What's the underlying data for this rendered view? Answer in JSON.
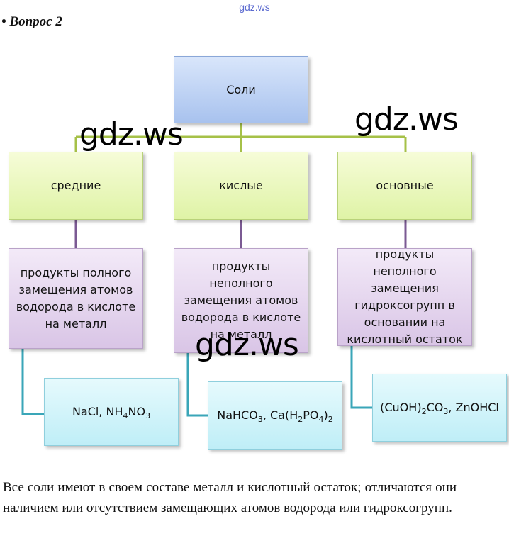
{
  "watermark_top": "gdz.ws",
  "watermark_big": "gdz.ws",
  "heading": "• Вопрос 2",
  "root": "Соли",
  "categories": [
    {
      "name": "средние",
      "definition": "продукты полного замещения атомов водорода в кислоте на металл",
      "examples": [
        [
          "NaCl,  NH",
          "4",
          "NO",
          "3",
          ""
        ],
        []
      ]
    },
    {
      "name": "кислые",
      "definition": "продукты неполного замещения атомов водорода в кислоте на металл"
    },
    {
      "name": "основные",
      "definition": "продукты неполного замещения гидроксогрупп в основании на кислотный остаток"
    }
  ],
  "examples": {
    "ex1": {
      "a": "NaCl,  NH",
      "b": "4",
      "c": "NO",
      "d": "3"
    },
    "ex2": {
      "a": "NaHCO",
      "b": "3",
      "c": ", Ca(H",
      "d": "2",
      "e": "PO",
      "f": "4",
      "g": ")",
      "h": "2"
    },
    "ex3": {
      "a": "(CuOH)",
      "b": "2",
      "c": "CO",
      "d": "3",
      "e": ", ZnOHCl"
    }
  },
  "colors": {
    "root_fill": "#bcd0f3",
    "category_fill": "#e8f7bd",
    "definition_fill": "#e4d6ee",
    "example_fill": "#d3f4fa",
    "connector_green": "#a6c148",
    "connector_purple": "#7b5a93",
    "connector_cyan": "#3aa6b8"
  },
  "paragraph": "Все соли имеют в своем составе металл и кислотный остаток; отличаются они наличием или отсутствием замещающих атомов водорода или гидроксогрупп."
}
